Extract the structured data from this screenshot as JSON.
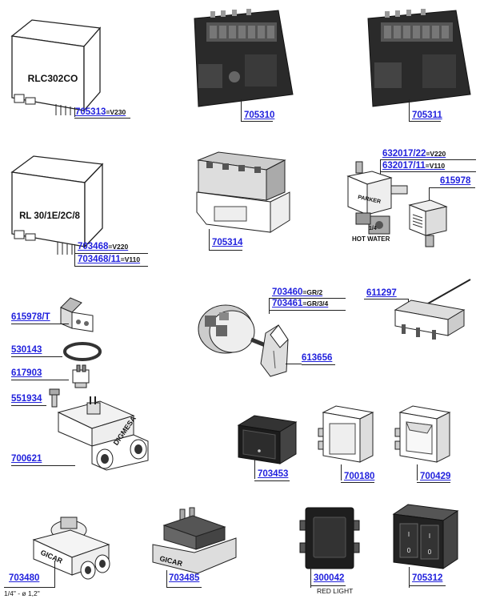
{
  "parts": [
    {
      "id": "relay-rlc",
      "code": "705313",
      "suffix": "=V230",
      "text": "RLC302CO"
    },
    {
      "id": "board-a",
      "code": "705310"
    },
    {
      "id": "board-b",
      "code": "705311"
    },
    {
      "id": "relay-rl",
      "code1": "703468",
      "suffix1": "=V220",
      "code2": "703468/11",
      "suffix2": "=V110",
      "text": "RL 30/1E/2C/8"
    },
    {
      "id": "contactor",
      "code": "705314"
    },
    {
      "id": "valve",
      "code1": "632017/22",
      "suffix1": "=V220",
      "code2": "632017/11",
      "suffix2": "=V110",
      "coil_code": "615978",
      "brand": "PARKER",
      "label_hot_water": "HOT WATER",
      "port_label": "1/4"
    },
    {
      "id": "coil-t",
      "code": "615978/T"
    },
    {
      "id": "gasket",
      "code": "530143"
    },
    {
      "id": "connector",
      "code": "617903"
    },
    {
      "id": "screw",
      "code": "551934"
    },
    {
      "id": "digmesa",
      "code": "700621",
      "brand": "DIGMESA"
    },
    {
      "id": "rotary",
      "code1": "703460",
      "suffix1": "=GR/2",
      "code2": "703461",
      "suffix2": "=GR/3/4",
      "knob_code": "613656"
    },
    {
      "id": "microswitch",
      "code": "611297"
    },
    {
      "id": "rocker-black",
      "code": "703453"
    },
    {
      "id": "switch-white",
      "code": "700180"
    },
    {
      "id": "switch-white-2",
      "code": "700429"
    },
    {
      "id": "gicar-1",
      "code": "703480",
      "note": "1/4\" - ø 1,2\"",
      "brand": "GICAR"
    },
    {
      "id": "gicar-2",
      "code": "703485",
      "brand": "GICAR"
    },
    {
      "id": "red-light",
      "code": "300042",
      "note": "RED LIGHT"
    },
    {
      "id": "double-switch",
      "code": "705312",
      "mark_off": "0",
      "mark_on": "I"
    }
  ]
}
